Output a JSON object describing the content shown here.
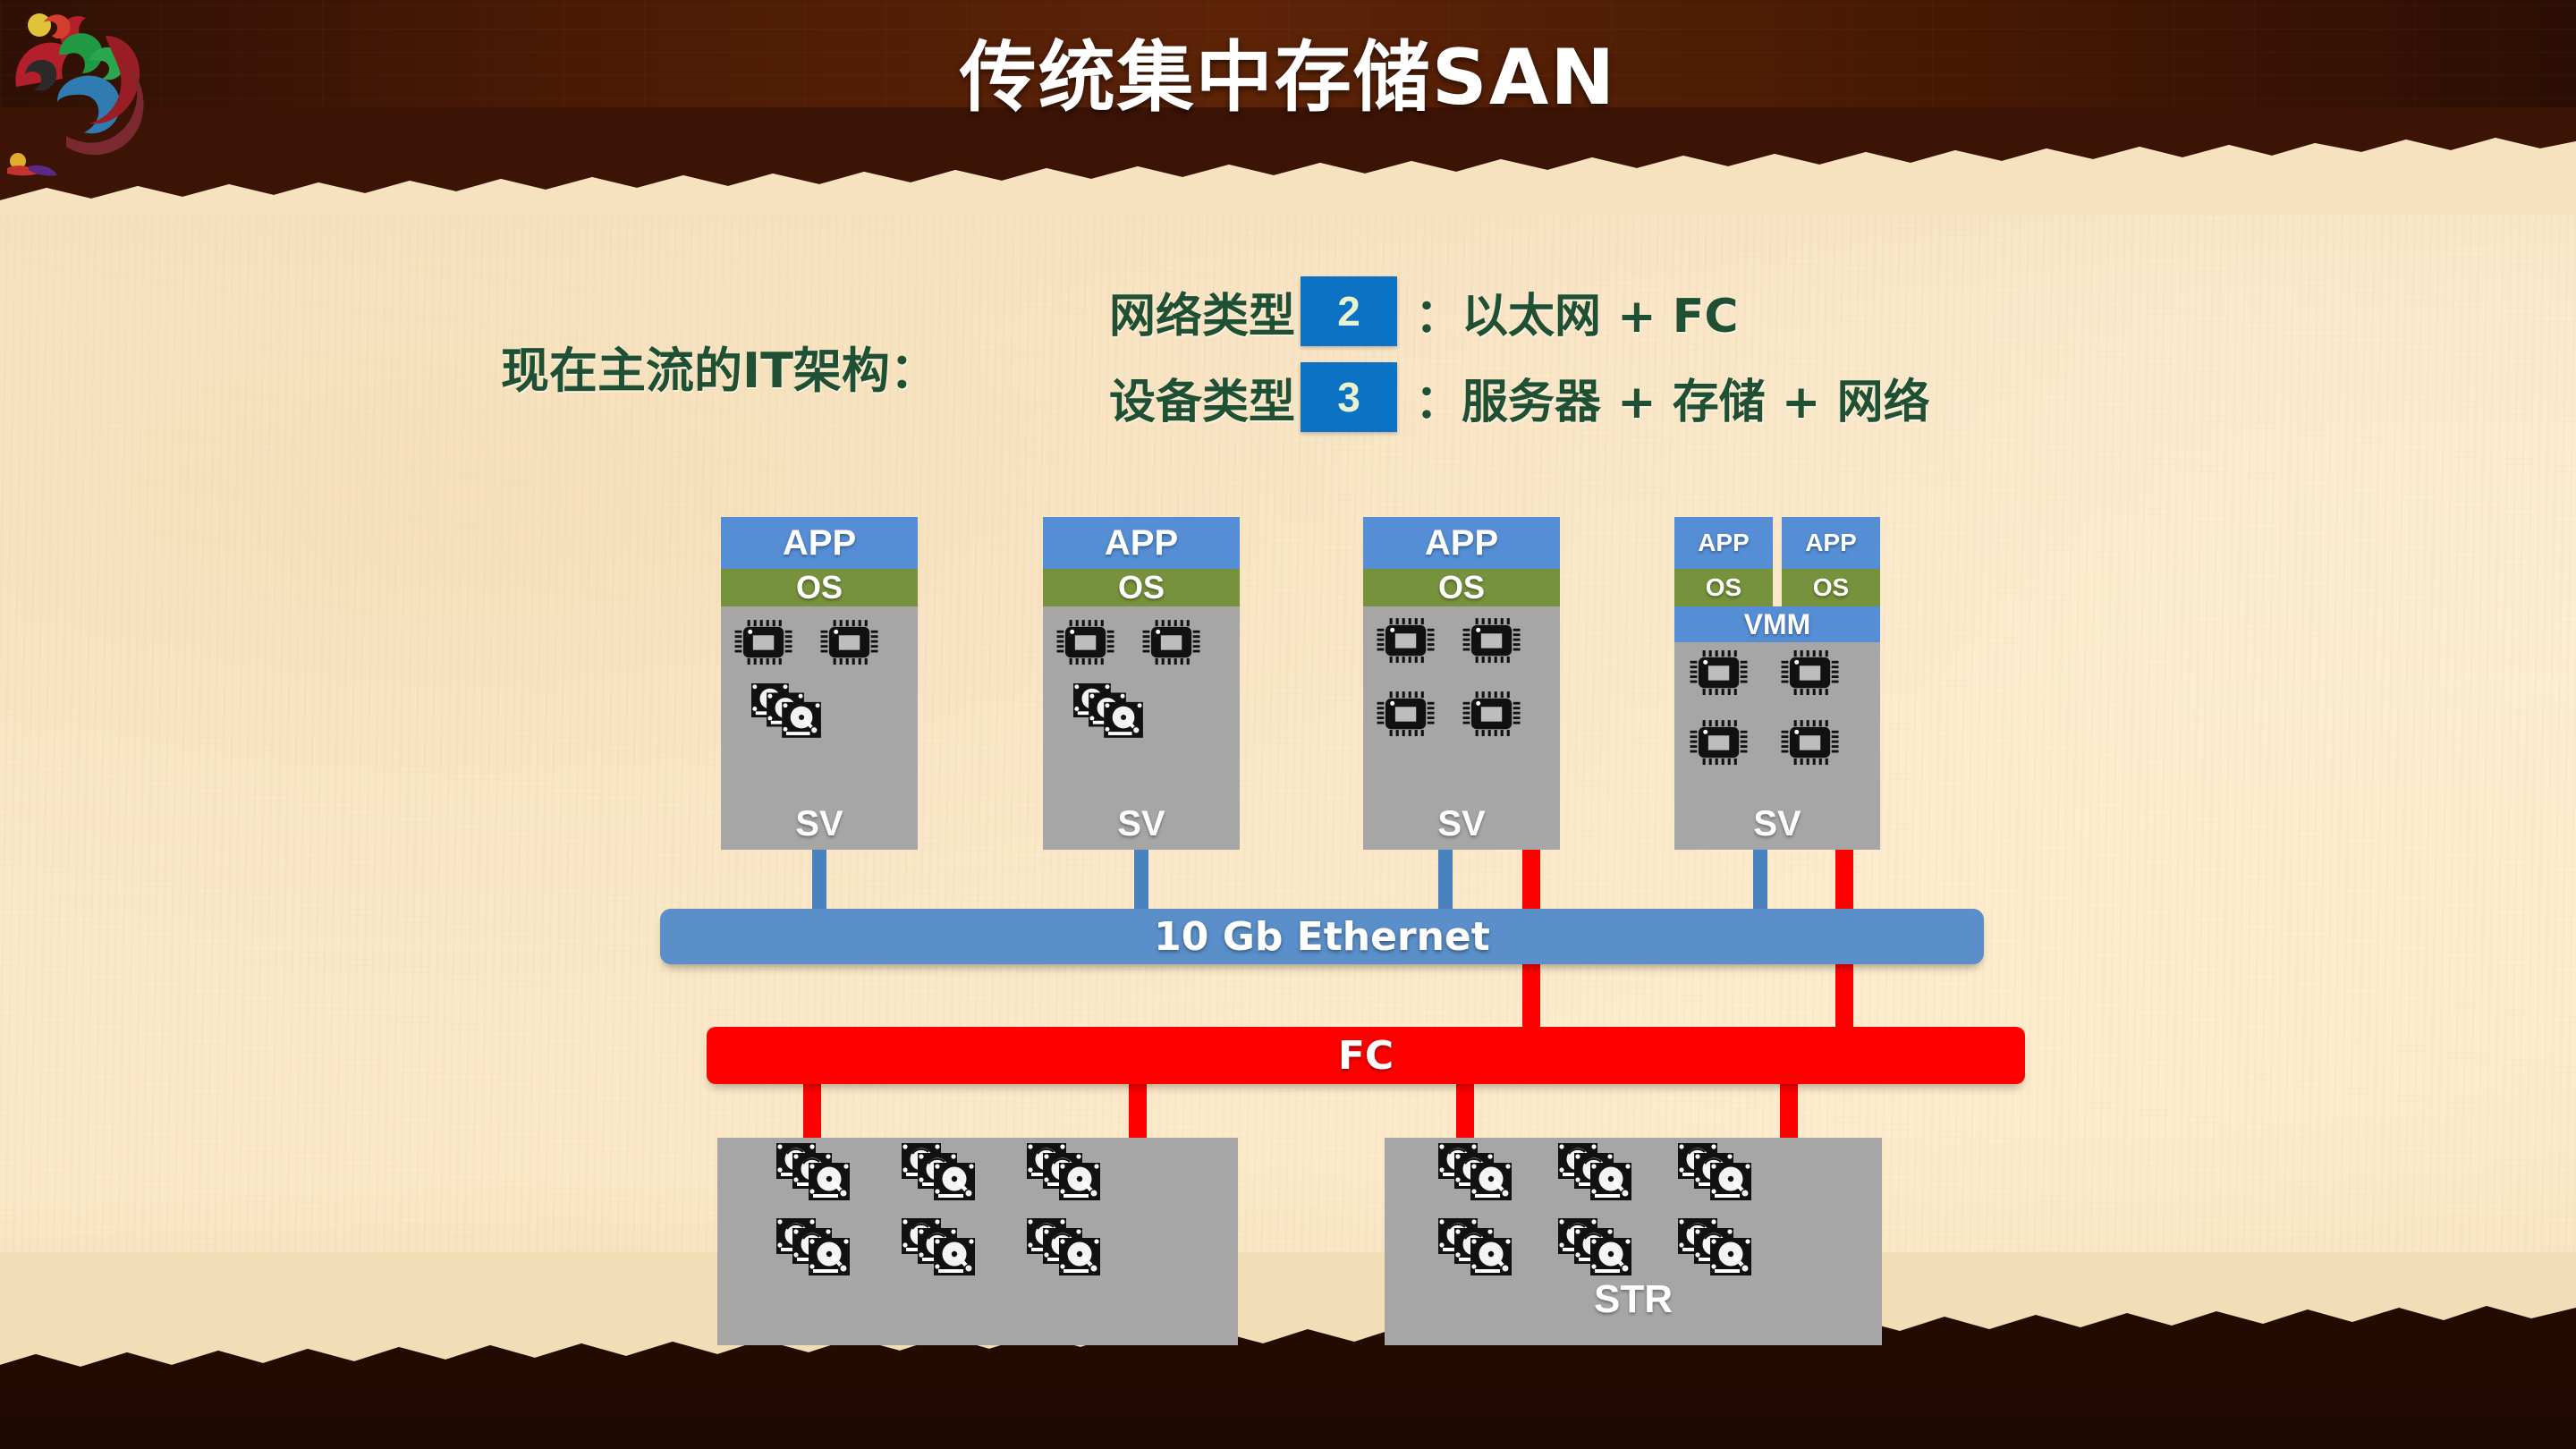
{
  "slide": {
    "title": "传统集中存储SAN",
    "logo_icon": "ornamental-cloud-swirl-logo"
  },
  "headline": "现在主流的IT架构：",
  "specs": [
    {
      "label": "网络类型",
      "count": "2",
      "separator": "：",
      "value": "以太网 + FC"
    },
    {
      "label": "设备类型",
      "count": "3",
      "separator": "：",
      "value": "服务器 + 存储 + 网络"
    }
  ],
  "servers": [
    {
      "id": "server-1",
      "app": "APP",
      "os": "OS",
      "chassis": "SV",
      "cpus": 2,
      "disks": 1,
      "vmm": null,
      "apps": 1
    },
    {
      "id": "server-2",
      "app": "APP",
      "os": "OS",
      "chassis": "SV",
      "cpus": 2,
      "disks": 1,
      "vmm": null,
      "apps": 1
    },
    {
      "id": "server-3",
      "app": "APP",
      "os": "OS",
      "chassis": "SV",
      "cpus": 4,
      "disks": 0,
      "vmm": null,
      "apps": 1
    },
    {
      "id": "server-4",
      "app": "APP",
      "os": "OS",
      "chassis": "SV",
      "cpus": 4,
      "disks": 0,
      "vmm": "VMM",
      "apps": 2
    }
  ],
  "buses": [
    {
      "id": "ethernet-bus",
      "label": "10 Gb Ethernet",
      "color": "#5b8fc9"
    },
    {
      "id": "fc-bus",
      "label": "FC",
      "color": "#ff0000"
    }
  ],
  "storage": [
    {
      "id": "storage-array-left",
      "label": "",
      "disk_stacks": 6
    },
    {
      "id": "storage-array-right",
      "label": "STR",
      "disk_stacks": 6
    }
  ],
  "colors": {
    "app": "#558ed5",
    "os": "#76923c",
    "vmm": "#558ed5",
    "chassis": "#a6a6a6",
    "ethernet": "#5b8fc9",
    "fc": "#ff0000",
    "chip": "#0b72c4",
    "headline_text": "#1f5034",
    "paper": "#fbe9cd",
    "band": "#4a1a06"
  }
}
